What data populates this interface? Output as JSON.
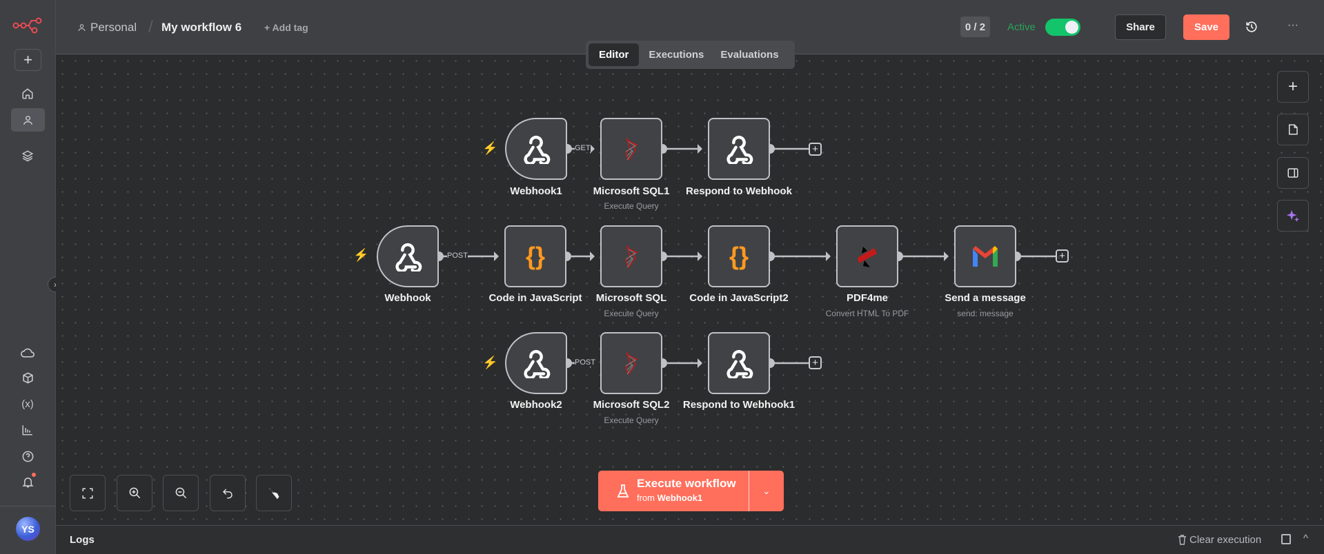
{
  "header": {
    "project": "Personal",
    "title": "My workflow 6",
    "add_tag": "+ Add tag",
    "counter": "0 / 2",
    "active_label": "Active",
    "active": true,
    "share": "Share",
    "save": "Save"
  },
  "tabs": [
    {
      "label": "Editor",
      "selected": true
    },
    {
      "label": "Executions"
    },
    {
      "label": "Evaluations"
    }
  ],
  "nodes": [
    {
      "name": "Webhook1",
      "icon": "webhook-icon"
    },
    {
      "name": "Microsoft SQL1",
      "subtitle": "Execute Query",
      "icon": "mssql-icon"
    },
    {
      "name": "Respond to Webhook",
      "icon": "webhook-icon"
    },
    {
      "name": "Webhook",
      "icon": "webhook-icon"
    },
    {
      "name": "Code in JavaScript",
      "icon": "code-braces-icon"
    },
    {
      "name": "Microsoft SQL",
      "subtitle": "Execute Query",
      "icon": "mssql-icon"
    },
    {
      "name": "Code in JavaScript2",
      "icon": "code-braces-icon"
    },
    {
      "name": "PDF4me",
      "subtitle": "Convert HTML To PDF",
      "icon": "pdf4me-icon"
    },
    {
      "name": "Send a message",
      "subtitle": "send: message",
      "icon": "gmail-icon"
    },
    {
      "name": "Webhook2",
      "icon": "webhook-icon"
    },
    {
      "name": "Microsoft SQL2",
      "subtitle": "Execute Query",
      "icon": "mssql-icon"
    },
    {
      "name": "Respond to Webhook1",
      "icon": "webhook-icon"
    }
  ],
  "edge_labels": {
    "get": "GET",
    "post": "POST",
    "post2": "POST"
  },
  "execute": {
    "label": "Execute workflow",
    "from_prefix": "from ",
    "from_node": "Webhook1"
  },
  "logs": {
    "title": "Logs",
    "clear": "Clear execution"
  },
  "user": {
    "initials": "YS"
  },
  "colors": {
    "accent": "#ff6f5c",
    "active": "#13c46b"
  }
}
